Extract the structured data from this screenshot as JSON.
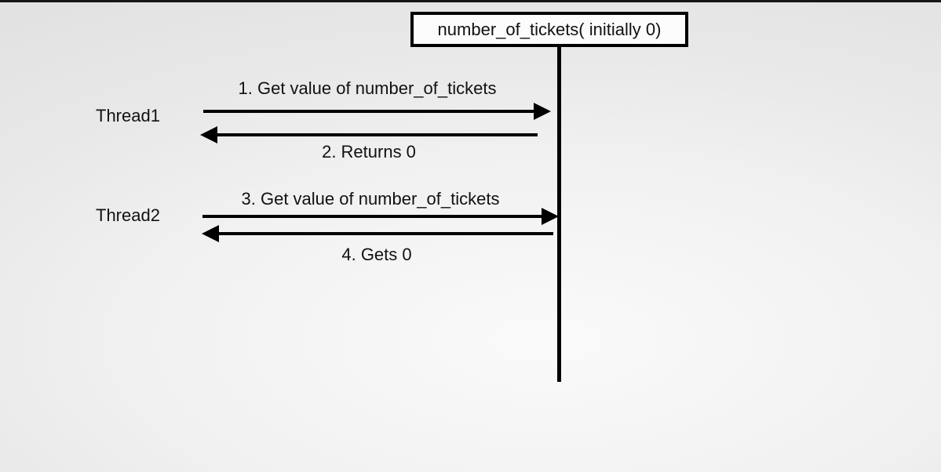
{
  "diagram": {
    "title_object": {
      "label": "number_of_tickets( initially 0)"
    },
    "threads": [
      {
        "label": "Thread1"
      },
      {
        "label": "Thread2"
      }
    ],
    "messages": [
      {
        "label": "1. Get value of number_of_tickets",
        "direction": "right",
        "from": "Thread1",
        "to": "number_of_tickets"
      },
      {
        "label": "2. Returns 0",
        "direction": "left",
        "from": "number_of_tickets",
        "to": "Thread1"
      },
      {
        "label": "3. Get value of number_of_tickets",
        "direction": "right",
        "from": "Thread2",
        "to": "number_of_tickets"
      },
      {
        "label": "4. Gets 0",
        "direction": "left",
        "from": "number_of_tickets",
        "to": "Thread2"
      }
    ],
    "colors": {
      "line": "#000000",
      "top_bar": "#161616",
      "background_center": "#fafafa",
      "background_edge": "#e2e2e2"
    }
  }
}
